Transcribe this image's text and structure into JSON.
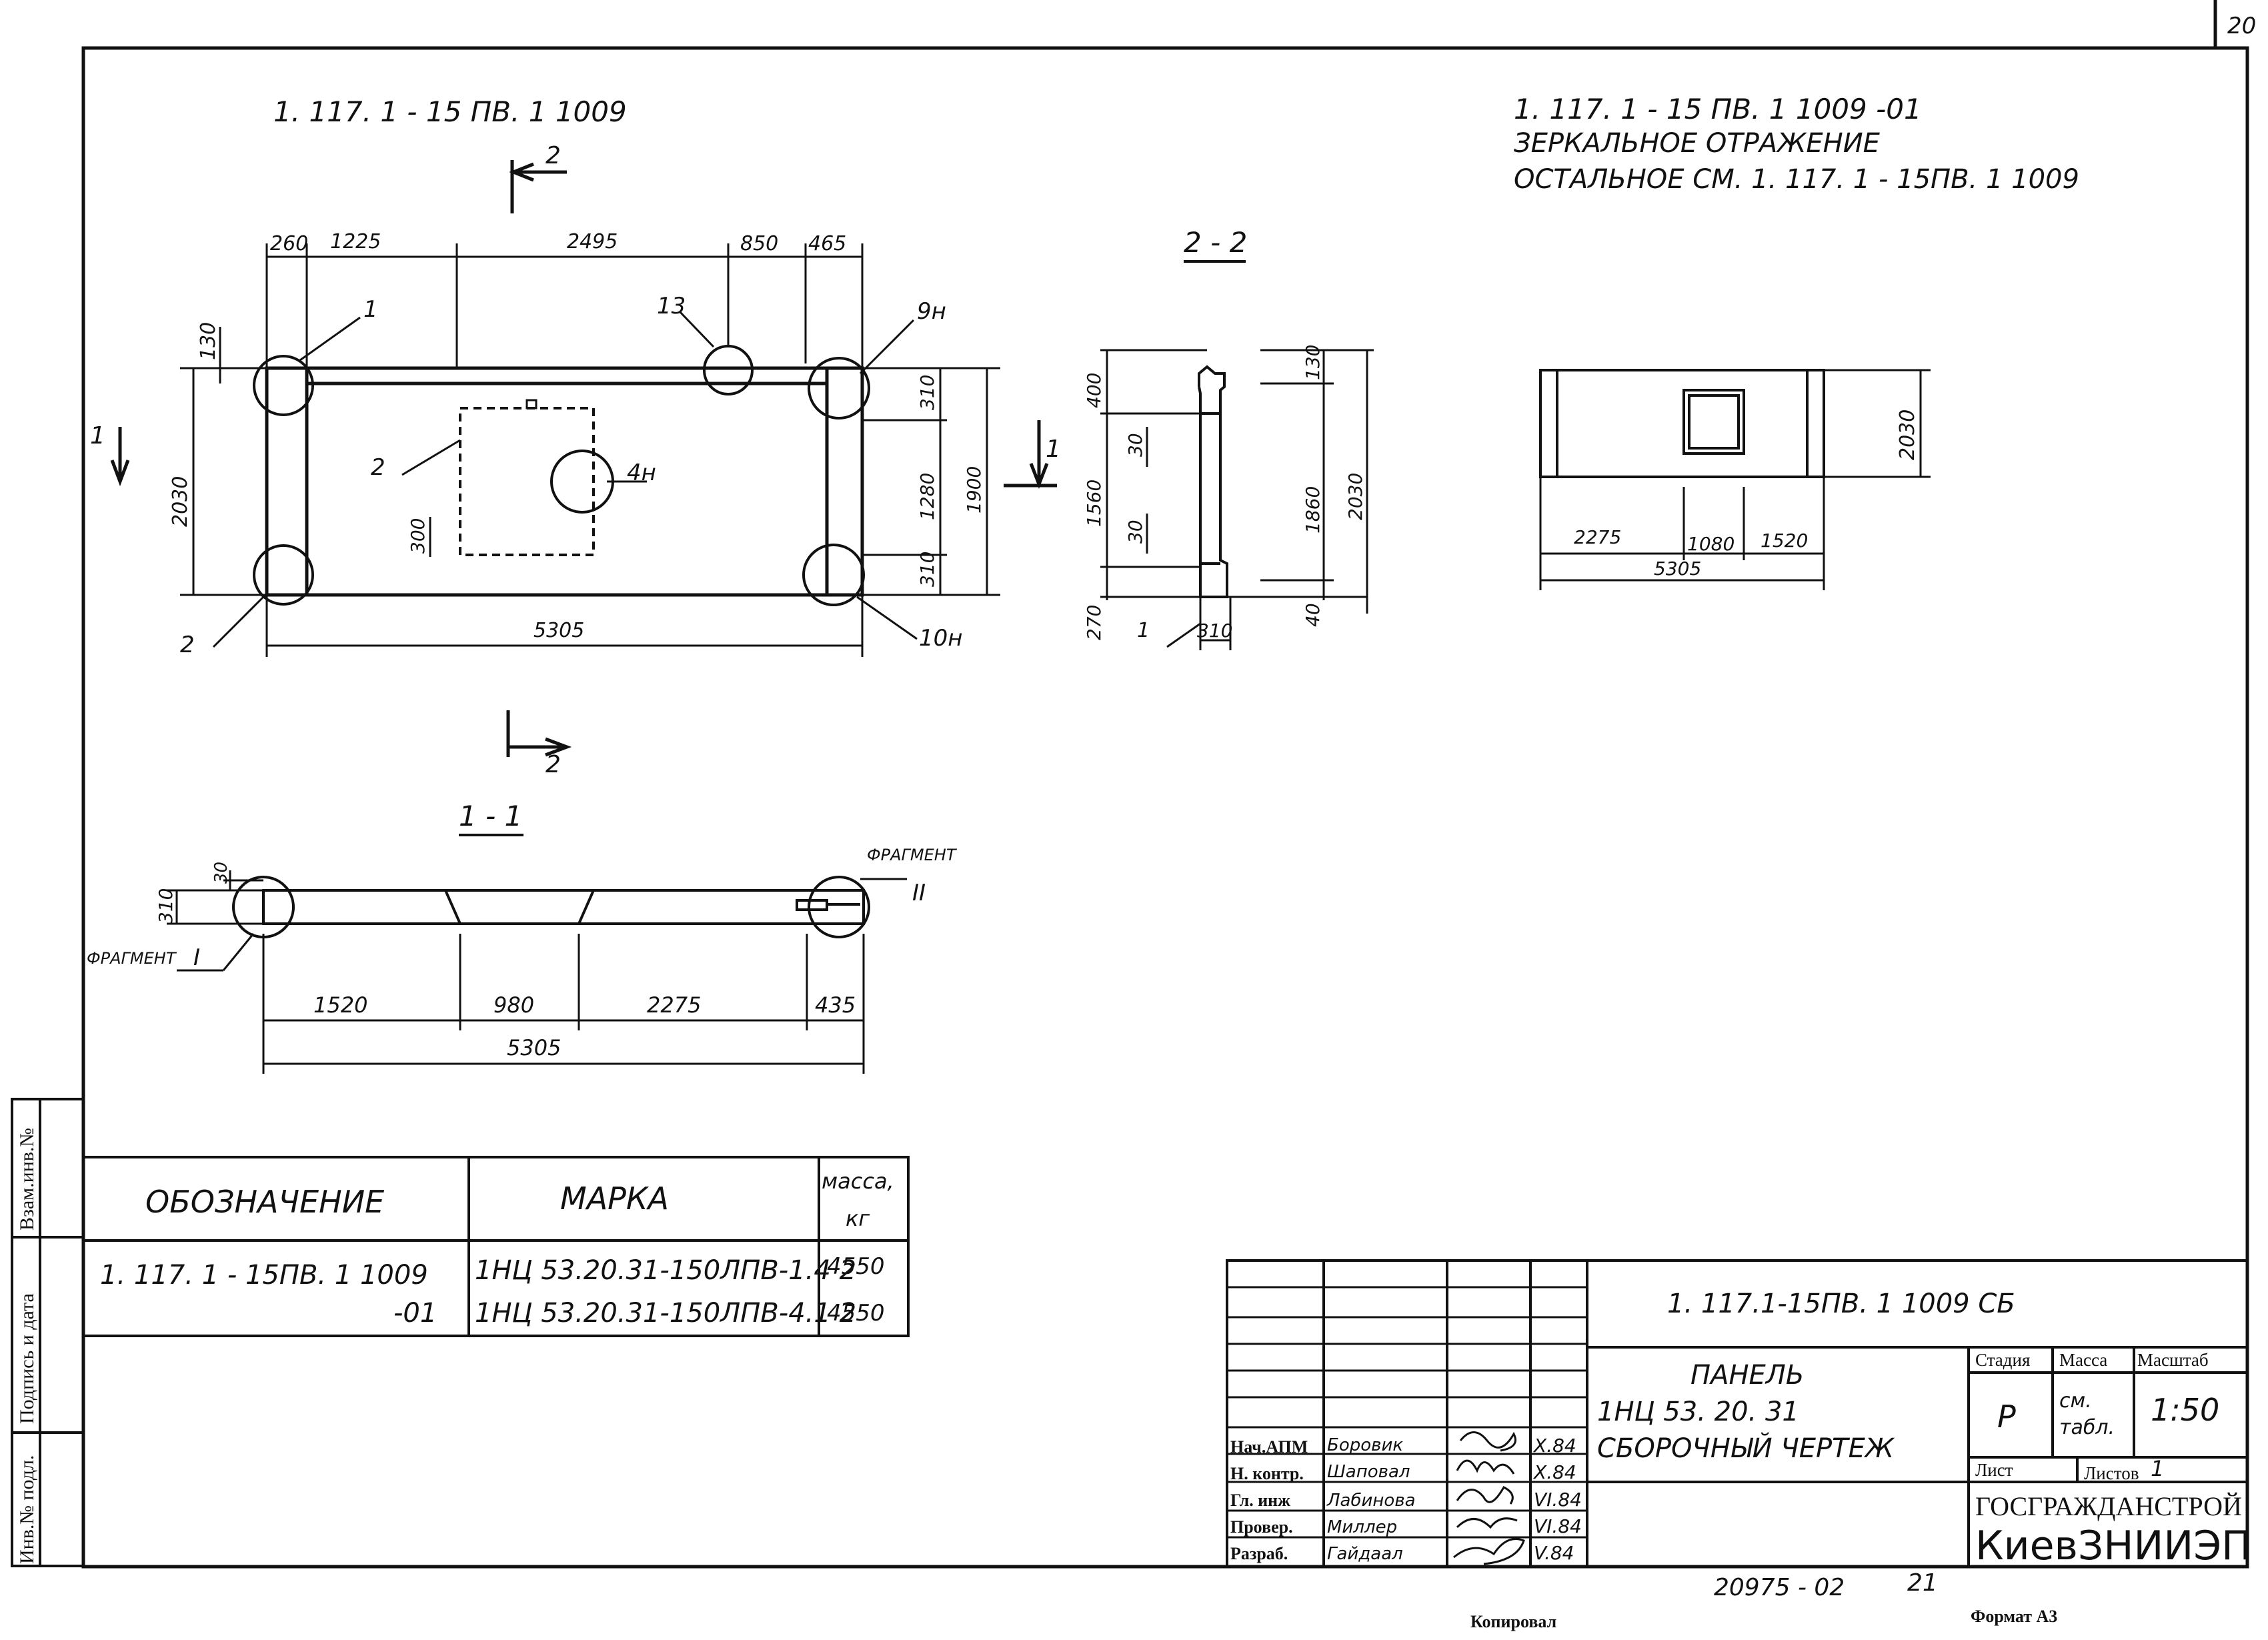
{
  "page_number": "20",
  "titles": {
    "main": "1. 117. 1 - 15 ПВ. 1 1009",
    "mirror_code": "1. 117. 1 - 15 ПВ. 1 1009 -01",
    "mirror_line1": "ЗЕРКАЛЬНОЕ ОТРАЖЕНИЕ",
    "mirror_line2": "ОСТАЛЬНОЕ СМ. 1. 117. 1 - 15ПВ. 1 1009",
    "section_22": "2 - 2",
    "section_11": "1 - 1",
    "cut_mark_top": "2",
    "cut_mark_bottom": "2",
    "cut_mark_left": "1",
    "cut_mark_mid": "1"
  },
  "plan_view": {
    "dims_top": [
      "260",
      "1225",
      "2495",
      "850",
      "465"
    ],
    "dims_left": [
      "130",
      "2030"
    ],
    "dims_right": [
      "310",
      "1280",
      "310",
      "1900"
    ],
    "dim_opening": "300",
    "dim_bottom": "5305",
    "callouts": [
      "1",
      "2",
      "13",
      "9н",
      "4н",
      "2",
      "10н"
    ]
  },
  "section_2_2": {
    "dims_left": [
      "400",
      "30",
      "1560",
      "30",
      "270"
    ],
    "dims_right": [
      "130",
      "1860",
      "2030",
      "40"
    ],
    "dim_bottom": "310",
    "callout": "1"
  },
  "mirror_view": {
    "dim_height": "2030",
    "dims_bottom": [
      "2275",
      "1080",
      "1520"
    ],
    "dim_total": "5305"
  },
  "section_1_1": {
    "dims_left": [
      "30",
      "310"
    ],
    "dims_bottom": [
      "1520",
      "980",
      "2275",
      "435"
    ],
    "dim_total": "5305",
    "fragment_label": "ФРАГМЕНТ",
    "fragment_1": "I",
    "fragment_2": "II"
  },
  "spec_table": {
    "headers": [
      "ОБОЗНАЧЕНИЕ",
      "МАРКА",
      "масса,",
      "кг"
    ],
    "rows": [
      {
        "code": "1. 117. 1 - 15ПВ. 1 1009",
        "mark": "1НЦ 53.20.31-150ЛПВ-1.4 2",
        "mass": "4550"
      },
      {
        "code": "-01",
        "mark": "1НЦ 53.20.31-150ЛПВ-4.1 2",
        "mass": "4550"
      }
    ]
  },
  "side_stamp": [
    "Взам.инв.№",
    "Подпись и дата",
    "Инв.№ подл."
  ],
  "title_block": {
    "doc_code": "1. 117.1-15ПВ. 1 1009 СБ",
    "name_line1": "ПАНЕЛЬ",
    "name_line2": "1НЦ 53. 20. 31",
    "name_line3": "СБОРОЧНЫЙ ЧЕРТЕЖ",
    "col_stage": "Стадия",
    "col_mass": "Масса",
    "col_scale": "Масштаб",
    "stage": "Р",
    "mass_line1": "см.",
    "mass_line2": "табл.",
    "scale": "1:50",
    "sheet_label": "Лист",
    "sheets_label": "Листов",
    "sheets_value": "1",
    "org1": "ГОСГРАЖДАНСТРОЙ",
    "org2": "КиевЗНИИЭП",
    "signatures": [
      {
        "role": "Нач.АПМ",
        "name": "Боровик",
        "date": "Х.84"
      },
      {
        "role": "Н. контр.",
        "name": "Шаповал",
        "date": "Х.84"
      },
      {
        "role": "Гл. инж",
        "name": "Лабинова",
        "date": "VI.84"
      },
      {
        "role": "Провер.",
        "name": "Миллер",
        "date": "VI.84"
      },
      {
        "role": "Разраб.",
        "name": "Гайдаал",
        "date": "V.84"
      }
    ]
  },
  "footer": {
    "archive_no": "20975 - 02",
    "archive_sheet": "21",
    "copied": "Копировал",
    "format": "Формат А3"
  }
}
